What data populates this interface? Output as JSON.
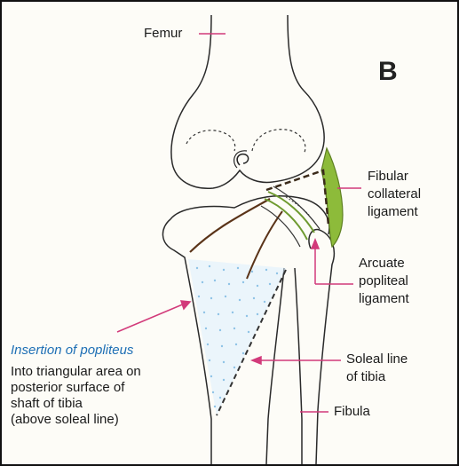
{
  "figure": {
    "panel_letter": "B"
  },
  "labels": {
    "femur": "Femur",
    "fibular_collateral": [
      "Fibular",
      "collateral",
      "ligament"
    ],
    "arcuate": [
      "Arcuate",
      "popliteal",
      "ligament"
    ],
    "soleal": [
      "Soleal line",
      "of tibia"
    ],
    "fibula": "Fibula"
  },
  "insertion": {
    "title": "Insertion of popliteus",
    "lines": [
      "Into triangular area on",
      "posterior surface of",
      "shaft of tibia",
      "(above soleal line)"
    ]
  },
  "colors": {
    "ligament_green": "#8dbb3a",
    "insertion_dots": "#8fc3e6",
    "pointer_lines": "#d23a7a",
    "popliteus_line": "#5a3318"
  }
}
